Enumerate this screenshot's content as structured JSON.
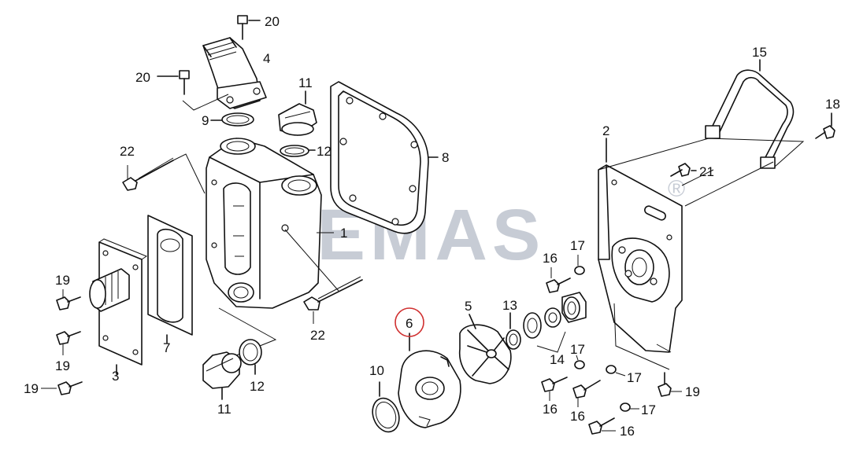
{
  "diagram": {
    "watermark": "REMAS",
    "watermark_mark": "®",
    "highlight_color": "#d03030",
    "labels": {
      "p1": "1",
      "p2": "2",
      "p3": "3",
      "p4": "4",
      "p5": "5",
      "p6": "6",
      "p7": "7",
      "p8": "8",
      "p9": "9",
      "p10": "10",
      "p11a": "11",
      "p11b": "11",
      "p12a": "12",
      "p12b": "12",
      "p13": "13",
      "p14": "14",
      "p15": "15",
      "p16a": "16",
      "p16b": "16",
      "p16c": "16",
      "p16d": "16",
      "p17a": "17",
      "p17b": "17",
      "p17c": "17",
      "p17d": "17",
      "p18": "18",
      "p19a": "19",
      "p19b": "19",
      "p19c": "19",
      "p19d": "19",
      "p20a": "20",
      "p20b": "20",
      "p21": "21",
      "p22a": "22",
      "p22b": "22"
    }
  }
}
